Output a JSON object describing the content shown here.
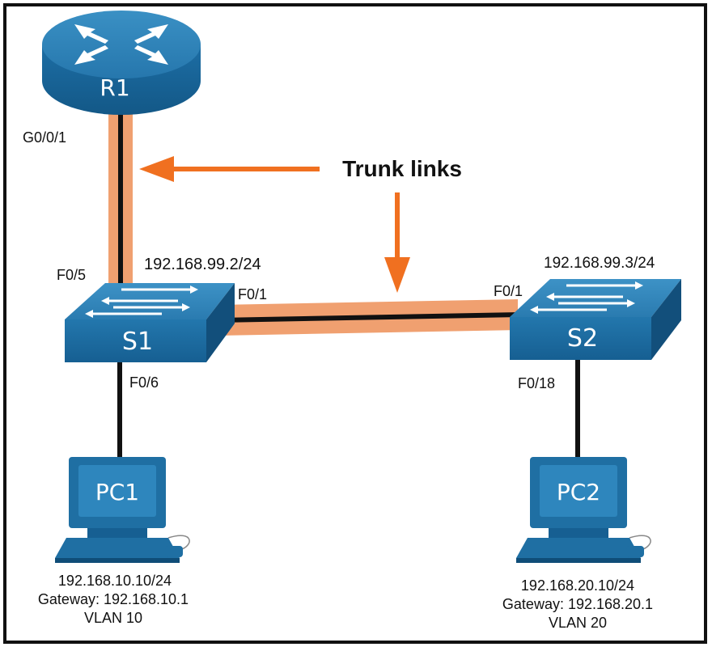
{
  "router": {
    "name": "R1",
    "port": "G0/0/1"
  },
  "callout": {
    "text": "Trunk links"
  },
  "switch1": {
    "name": "S1",
    "ip": "192.168.99.2/24",
    "port_up": "F0/5",
    "port_trunk": "F0/1",
    "port_down": "F0/6"
  },
  "switch2": {
    "name": "S2",
    "ip": "192.168.99.3/24",
    "port_trunk": "F0/1",
    "port_down": "F0/18"
  },
  "pc1": {
    "name": "PC1",
    "ip": "192.168.10.10/24",
    "gateway": "Gateway: 192.168.10.1",
    "vlan": "VLAN 10"
  },
  "pc2": {
    "name": "PC2",
    "ip": "192.168.20.10/24",
    "gateway": "Gateway: 192.168.20.1",
    "vlan": "VLAN 20"
  },
  "colors": {
    "device_blue": "#1f6fa3",
    "device_dark": "#0f4d78",
    "trunk_orange": "#f0a070",
    "arrow_orange": "#f07020",
    "frame": "#111111"
  },
  "icons": {
    "router": "router-icon",
    "switch": "switch-icon",
    "pc": "pc-icon"
  }
}
